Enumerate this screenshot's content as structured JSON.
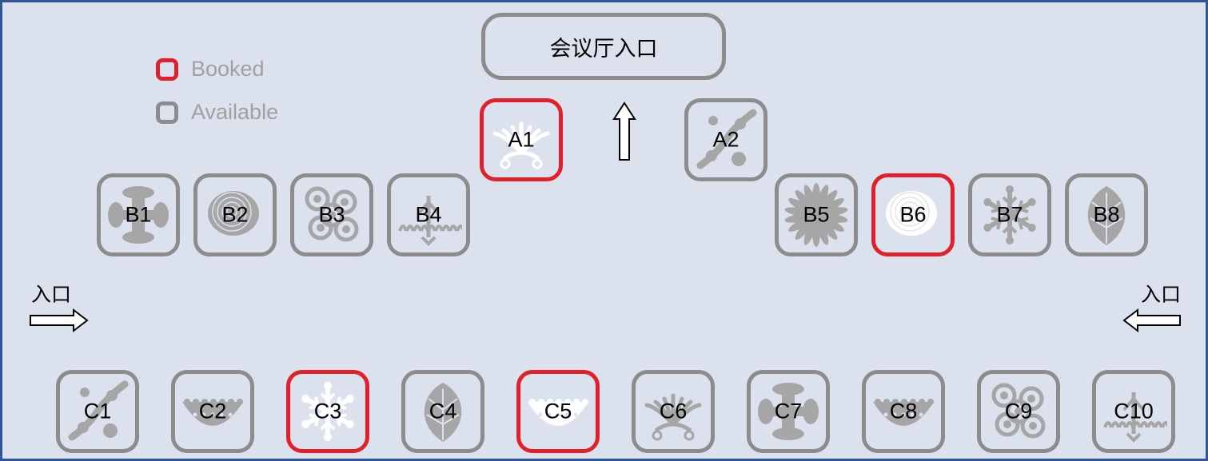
{
  "entrance": {
    "label": "会议厅入口"
  },
  "legend": [
    {
      "label": "Booked",
      "color": "#e0202a"
    },
    {
      "label": "Available",
      "color": "#8c8c8c"
    }
  ],
  "side_entrances": {
    "left_label": "入口",
    "right_label": "入口"
  },
  "status_colors": {
    "booked": "#e0202a",
    "available": "#8c8c8c",
    "motif_available": "#a6a6a6",
    "motif_booked": "#ffffff"
  },
  "seats": [
    {
      "id": "A1",
      "status": "booked",
      "motif": "palmette"
    },
    {
      "id": "A2",
      "status": "available",
      "motif": "vine"
    },
    {
      "id": "B1",
      "status": "available",
      "motif": "scroll"
    },
    {
      "id": "B2",
      "status": "available",
      "motif": "cloud"
    },
    {
      "id": "B3",
      "status": "available",
      "motif": "swirl"
    },
    {
      "id": "B4",
      "status": "available",
      "motif": "grass"
    },
    {
      "id": "B5",
      "status": "available",
      "motif": "chrysanthemum"
    },
    {
      "id": "B6",
      "status": "booked",
      "motif": "cloud"
    },
    {
      "id": "B7",
      "status": "available",
      "motif": "snowflake"
    },
    {
      "id": "B8",
      "status": "available",
      "motif": "leaf"
    },
    {
      "id": "C1",
      "status": "available",
      "motif": "vine"
    },
    {
      "id": "C2",
      "status": "available",
      "motif": "lace"
    },
    {
      "id": "C3",
      "status": "booked",
      "motif": "snowflake"
    },
    {
      "id": "C4",
      "status": "available",
      "motif": "leaf"
    },
    {
      "id": "C5",
      "status": "booked",
      "motif": "lace"
    },
    {
      "id": "C6",
      "status": "available",
      "motif": "palmette"
    },
    {
      "id": "C7",
      "status": "available",
      "motif": "scroll"
    },
    {
      "id": "C8",
      "status": "available",
      "motif": "lace"
    },
    {
      "id": "C9",
      "status": "available",
      "motif": "swirl"
    },
    {
      "id": "C10",
      "status": "available",
      "motif": "grass"
    }
  ]
}
